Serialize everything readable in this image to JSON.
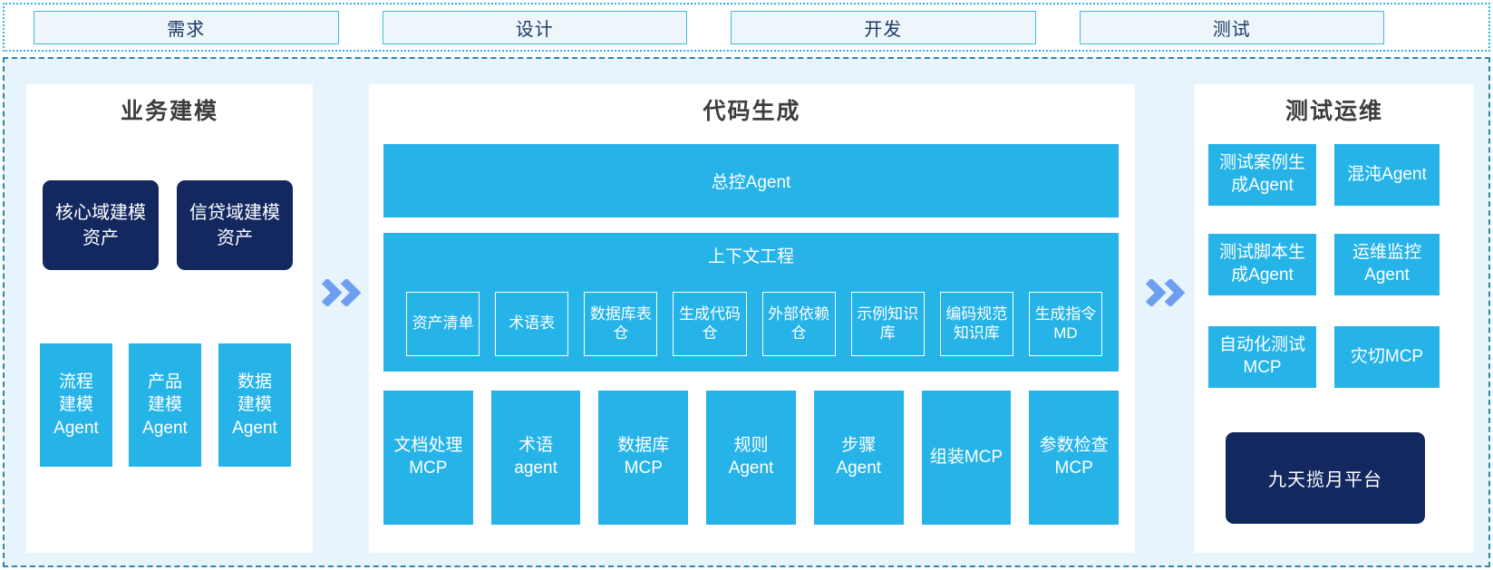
{
  "phases": [
    "需求",
    "设计",
    "开发",
    "测试"
  ],
  "business": {
    "title": "业务建模",
    "assets": [
      "核心域建模资产",
      "信贷域建模资产"
    ],
    "agents": [
      "流程建模Agent",
      "产品建模Agent",
      "数据建模Agent"
    ]
  },
  "codegen": {
    "title": "代码生成",
    "master_agent": "总控Agent",
    "context": {
      "title": "上下文工程",
      "items": [
        "资产清单",
        "术语表",
        "数据库表仓",
        "生成代码仓",
        "外部依赖仓",
        "示例知识库",
        "编码规范知识库",
        "生成指令MD"
      ]
    },
    "tools": [
      "文档处理MCP",
      "术语agent",
      "数据库MCP",
      "规则Agent",
      "步骤Agent",
      "组装MCP",
      "参数检查MCP"
    ]
  },
  "testops": {
    "title": "测试运维",
    "boxes": [
      "测试案例生成Agent",
      "混沌Agent",
      "测试脚本生成Agent",
      "运维监控Agent",
      "自动化测试MCP",
      "灾切MCP"
    ],
    "platform": "九天揽月平台"
  },
  "colors": {
    "cyan": "#26b3e8",
    "navy": "#12285f",
    "arrow_blue": "#6d9ef0",
    "container_bg": "#e8f4fc",
    "dotted_border": "#29b6e8",
    "dashed_border": "#2e86ad",
    "phase_fill": "#eef6fb",
    "phase_text": "#1e3a66"
  }
}
